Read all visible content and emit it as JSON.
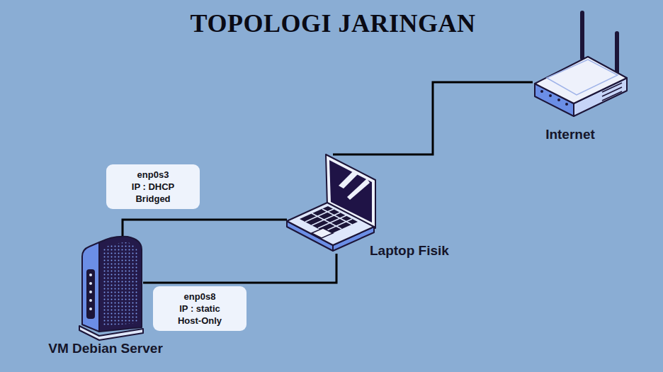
{
  "diagram": {
    "title": "TOPOLOGI JARINGAN",
    "nodes": [
      {
        "text": [
          "Internet"
        ]
      },
      {
        "text": [
          "enp0s3",
          "IP : DHCP",
          "Bridged"
        ]
      },
      {
        "text": [
          "Laptop Fisik"
        ]
      },
      {
        "text": [
          "enp0s8",
          "IP : static",
          "Host-Only"
        ]
      },
      {
        "text": [
          "VM Debian Server"
        ]
      }
    ],
    "edges": [
      {
        "from": 2,
        "to": 0,
        "arrow": "none"
      },
      {
        "from": 4,
        "to": 2,
        "arrow": "none"
      },
      {
        "from": 4,
        "to": 2,
        "arrow": "none"
      }
    ]
  }
}
